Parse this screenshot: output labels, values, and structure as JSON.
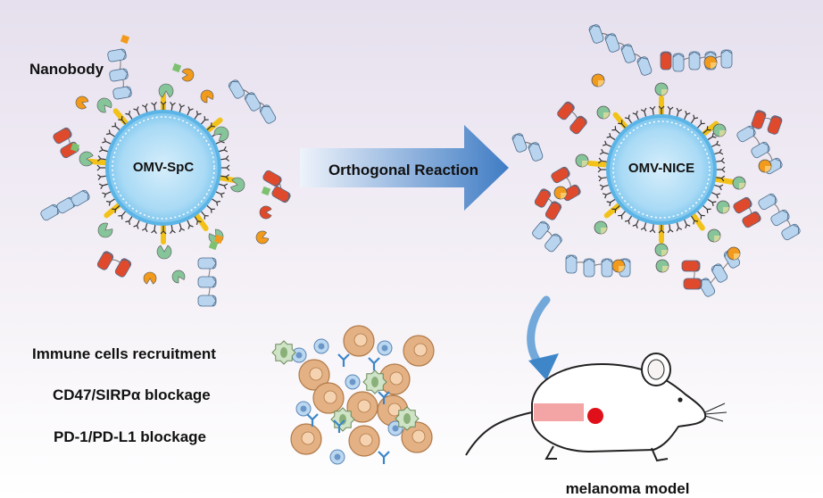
{
  "labels": {
    "nanobody": "Nanobody",
    "vesicle_left": "OMV-SpC",
    "vesicle_right": "OMV-NICE",
    "reaction": "Orthogonal Reaction",
    "effect_1": "Immune cells recruitment",
    "effect_2": "CD47/SIRPα blockage",
    "effect_3": "PD-1/PD-L1 blockage",
    "model": "melanoma model"
  },
  "colors": {
    "vesicle_fill": "#a8daf5",
    "vesicle_ring": "#5ab4e6",
    "spycatcher": "#f2c218",
    "red_protein": "#e04a2c",
    "orange_protein": "#f29a1c",
    "green_protein": "#86c49a",
    "nanobody_blue": "#b8d4ee",
    "arrow_blue": "#4b86c9",
    "cell_tan": "#e3b183",
    "mouse_outline": "#222222",
    "tumor": "#e0101a"
  }
}
